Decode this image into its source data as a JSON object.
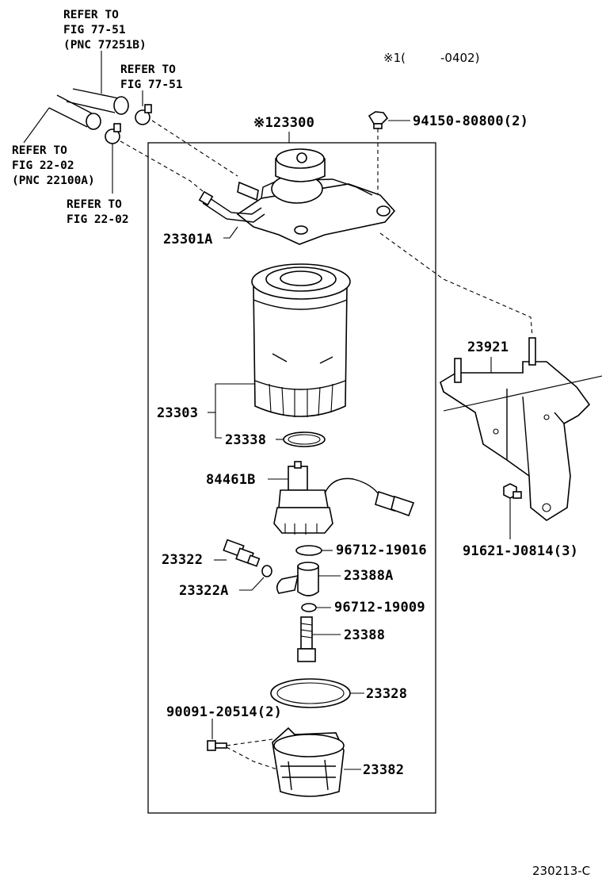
{
  "note": {
    "marker": "※1(",
    "range": "-0402)"
  },
  "refs": {
    "r1": [
      "REFER TO",
      "FIG 77-51",
      "(PNC 77251B)"
    ],
    "r2": [
      "REFER TO",
      "FIG 77-51"
    ],
    "r3": [
      "REFER TO",
      "FIG 22-02",
      "(PNC 22100A)"
    ],
    "r4": [
      "REFER TO",
      "FIG 22-02"
    ]
  },
  "parts": {
    "p23300": "※123300",
    "p94150": "94150-80800(2)",
    "p23301A": "23301A",
    "p23921": "23921",
    "p23303": "23303",
    "p23338": "23338",
    "p84461B": "84461B",
    "p96712a": "96712-19016",
    "p23322": "23322",
    "p23388A": "23388A",
    "p23322A": "23322A",
    "p96712b": "96712-19009",
    "p23388": "23388",
    "p91621": "91621-J0814(3)",
    "p23328": "23328",
    "p90091": "90091-20514(2)",
    "p23382": "23382"
  },
  "footer": {
    "code": "230213-C"
  }
}
